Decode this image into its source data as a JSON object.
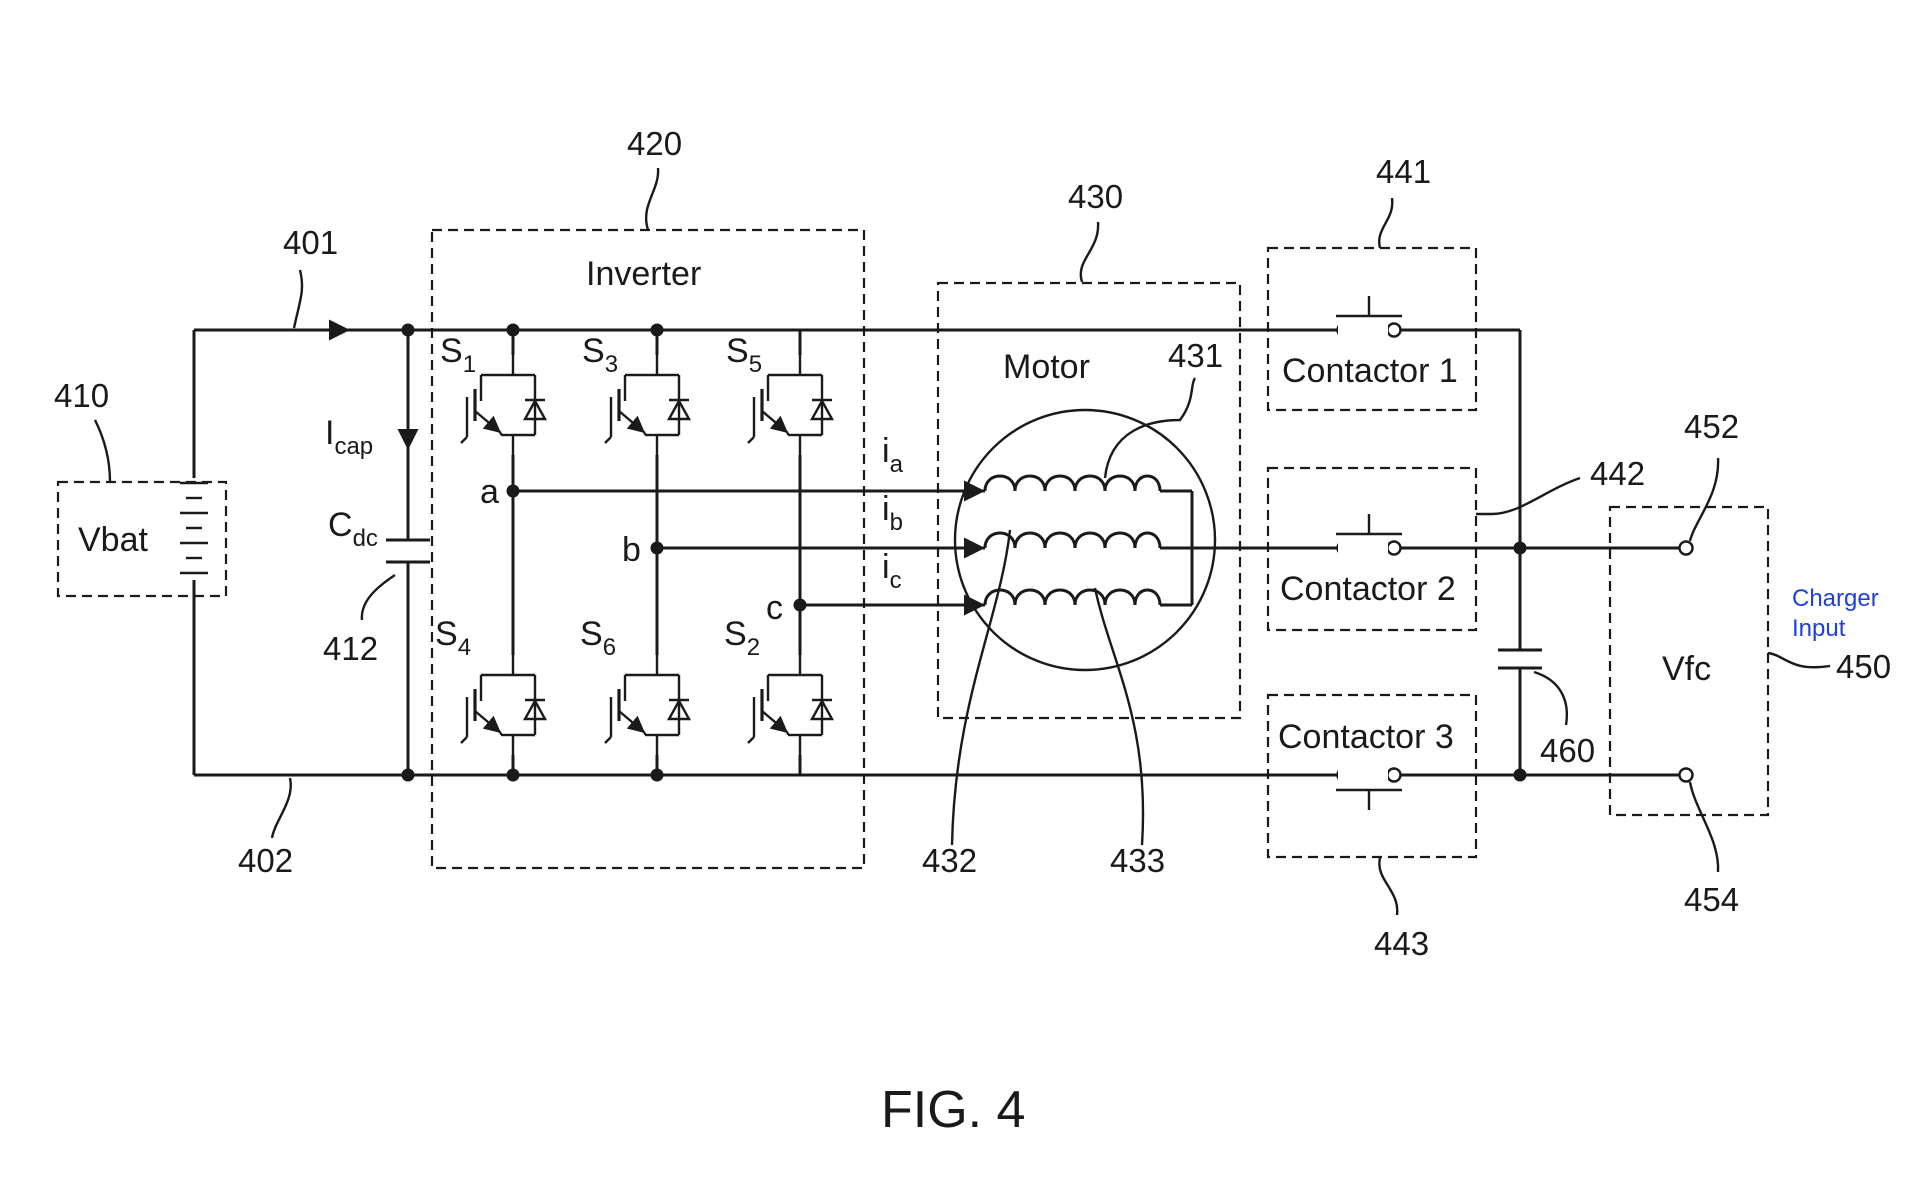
{
  "figure": {
    "caption": "FIG. 4",
    "refs": {
      "r401": "401",
      "r402": "402",
      "r410": "410",
      "r412": "412",
      "r420": "420",
      "r430": "430",
      "r431": "431",
      "r432": "432",
      "r433": "433",
      "r441": "441",
      "r442": "442",
      "r443": "443",
      "r450": "450",
      "r452": "452",
      "r454": "454",
      "r460": "460"
    },
    "labels": {
      "battery": "Vbat",
      "inverter": "Inverter",
      "motor": "Motor",
      "contactor1": "Contactor 1",
      "contactor2": "Contactor 2",
      "contactor3": "Contactor 3",
      "fuel_cell": "Vfc",
      "charger_line1": "Charger",
      "charger_line2": "Input",
      "node_a": "a",
      "node_b": "b",
      "node_c": "c",
      "i_main": "I",
      "i_main_sub": "cap",
      "c_main": "C",
      "c_main_sub": "dc",
      "current_a": "i",
      "current_a_sub": "a",
      "current_b": "i",
      "current_b_sub": "b",
      "current_c": "i",
      "current_c_sub": "c"
    },
    "switches": [
      {
        "id": "S1",
        "letter": "S",
        "sub": "1"
      },
      {
        "id": "S3",
        "letter": "S",
        "sub": "3"
      },
      {
        "id": "S5",
        "letter": "S",
        "sub": "5"
      },
      {
        "id": "S4",
        "letter": "S",
        "sub": "4"
      },
      {
        "id": "S6",
        "letter": "S",
        "sub": "6"
      },
      {
        "id": "S2",
        "letter": "S",
        "sub": "2"
      }
    ]
  }
}
